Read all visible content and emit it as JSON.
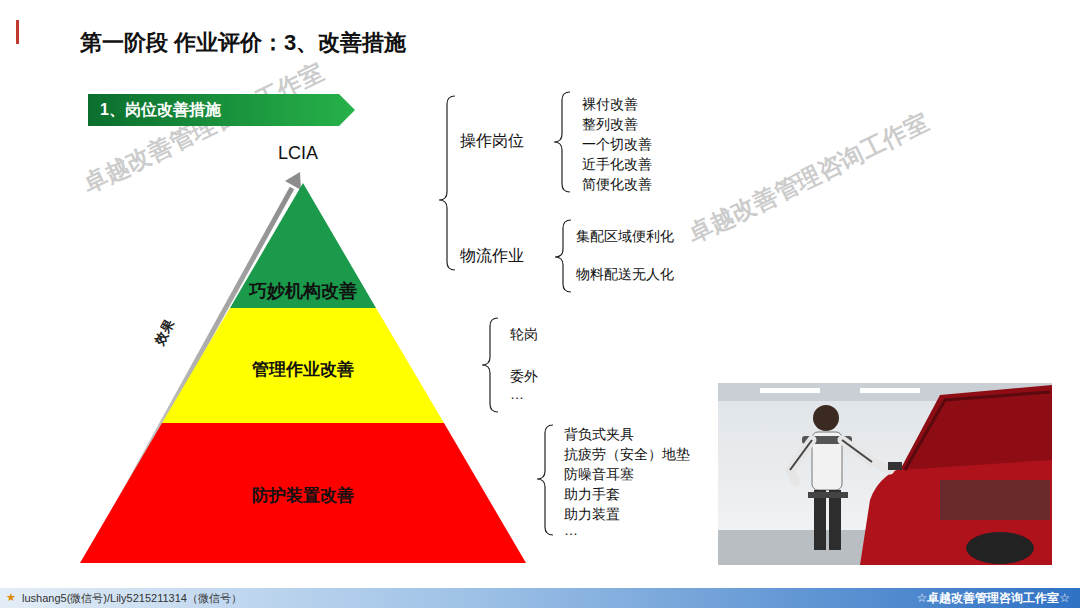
{
  "diagram": {
    "title": "第一阶段 作业评价：3、改善措施",
    "nodes": [
      {
        "text": [
          "1、岗位改善措施"
        ]
      },
      {
        "text": [
          "巧妙机构改善"
        ]
      },
      {
        "text": [
          "管理作业改善"
        ]
      },
      {
        "text": [
          "防护装置改善"
        ]
      },
      {
        "text": [
          "lushang5(微信号)/Lily5215211314（微信号）",
          "☆卓越改善管理咨询工作室☆"
        ]
      }
    ],
    "labels": [
      "LCIA",
      "效果",
      "操作岗位",
      "裸付改善",
      "整列改善",
      "一个切改善",
      "近手化改善",
      "简便化改善",
      "物流作业",
      "集配区域便利化",
      "物料配送无人化",
      "轮岗",
      "委外",
      "…",
      "背负式夹具",
      "抗疲劳（安全）地垫",
      "防噪音耳塞",
      "助力手套",
      "助力装置",
      "…",
      "卓越改善管理咨询工作室",
      "卓越改善管理咨询工作室",
      "★"
    ]
  }
}
